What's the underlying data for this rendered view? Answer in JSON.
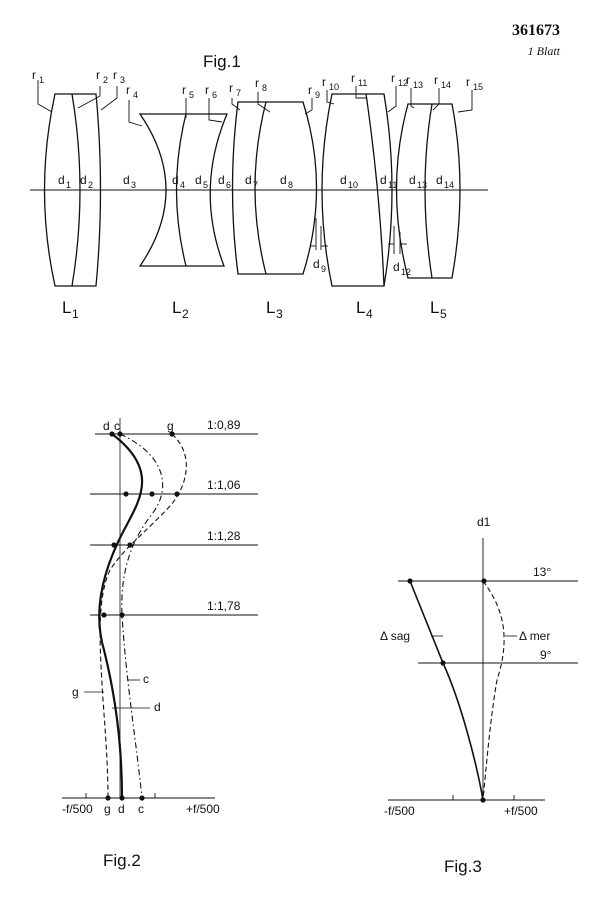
{
  "header": {
    "number": "361673",
    "sheet": "1 Blatt"
  },
  "fig1": {
    "title": "Fig.1",
    "radii": [
      "1",
      "2",
      "3",
      "4",
      "5",
      "6",
      "7",
      "8",
      "9",
      "10",
      "11",
      "12",
      "13",
      "14",
      "15"
    ],
    "thick": [
      "1",
      "2",
      "3",
      "4",
      "5",
      "6",
      "7",
      "8",
      "9",
      "10",
      "11",
      "12",
      "13",
      "14"
    ],
    "lens_subs": [
      "1",
      "2",
      "3",
      "4",
      "5"
    ],
    "r": "r",
    "d": "d",
    "L": "L"
  },
  "fig2": {
    "title": "Fig.2",
    "apertures": [
      "1:0,89",
      "1:1,06",
      "1:1,28",
      "1:1,78"
    ],
    "top_labels": {
      "d": "d",
      "c": "c",
      "g": "g"
    },
    "curve_labels": {
      "g": "g",
      "c": "c",
      "d": "d"
    },
    "axis": {
      "left": "-f/500",
      "right": "+f/500",
      "g": "g",
      "d": "d",
      "c": "c"
    }
  },
  "fig3": {
    "title": "Fig.3",
    "axis_top_label": "d1",
    "angles": [
      "13°",
      "9°"
    ],
    "sag": "Δ sag",
    "mer": "Δ mer",
    "axis": {
      "left": "-f/500",
      "right": "+f/500"
    }
  }
}
